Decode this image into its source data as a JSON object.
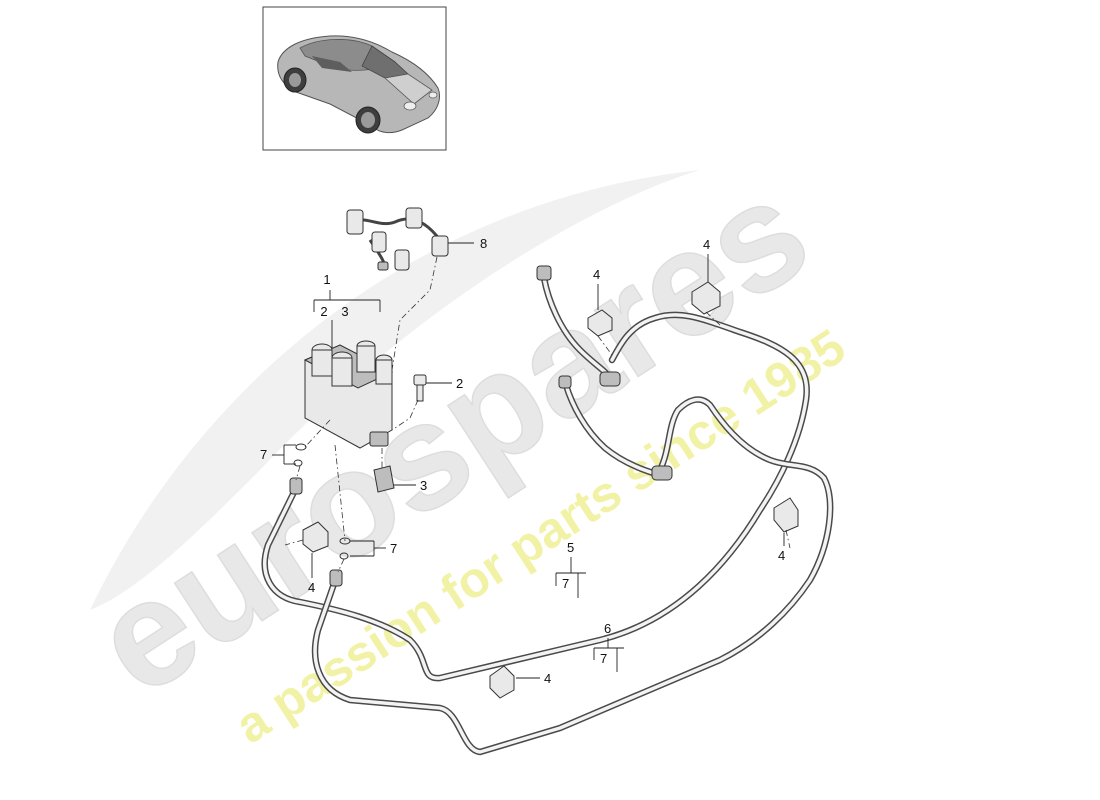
{
  "watermark": {
    "brand": "eurospares",
    "tagline": "a passion for parts since 1985"
  },
  "callouts": {
    "c1": "1",
    "c2a": "2",
    "c3a": "3",
    "c8": "8",
    "c2b": "2",
    "c3b": "3",
    "c7a": "7",
    "c7b": "7",
    "c4a": "4",
    "c4b": "4",
    "c4c": "4",
    "c4d": "4",
    "c4e": "4",
    "c5": "5",
    "c7c": "7",
    "c6": "6",
    "c7d": "7"
  },
  "colors": {
    "watermark_gray": "#e6e6e6",
    "watermark_yellow": "#f2f2a6",
    "line": "#333333"
  }
}
